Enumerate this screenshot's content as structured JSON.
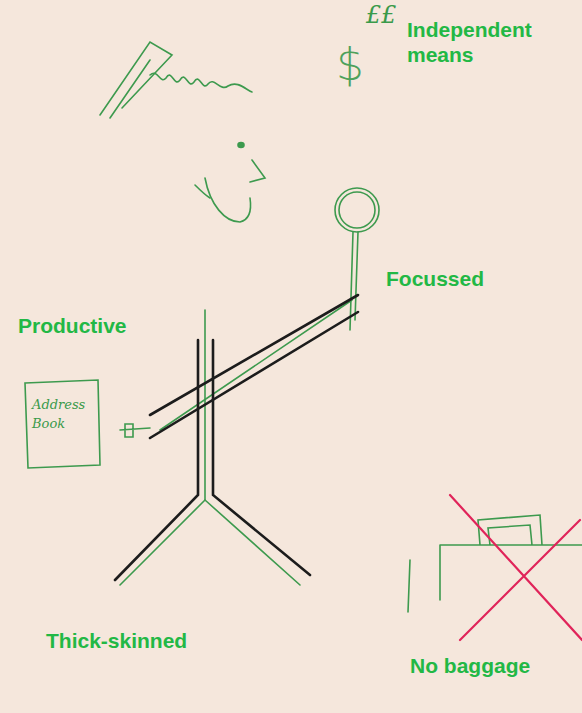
{
  "diagram": {
    "labels": [
      "££",
      "$",
      "Independent means",
      "Focussed",
      "Productive",
      "Address Book",
      "Thick-skinned",
      "No baggage"
    ]
  }
}
